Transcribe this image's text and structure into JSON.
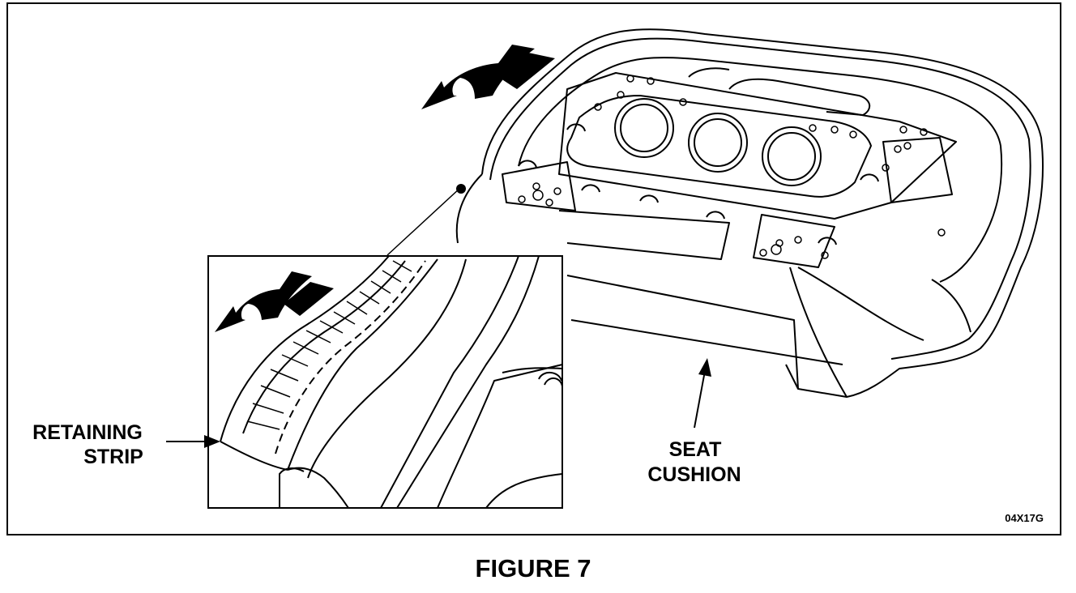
{
  "labels": {
    "retaining_strip_line1": "RETAINING",
    "retaining_strip_line2": "STRIP",
    "seat_cushion_line1": "SEAT",
    "seat_cushion_line2": "CUSHION",
    "figure_code": "04X17G"
  },
  "caption": "FIGURE 7"
}
